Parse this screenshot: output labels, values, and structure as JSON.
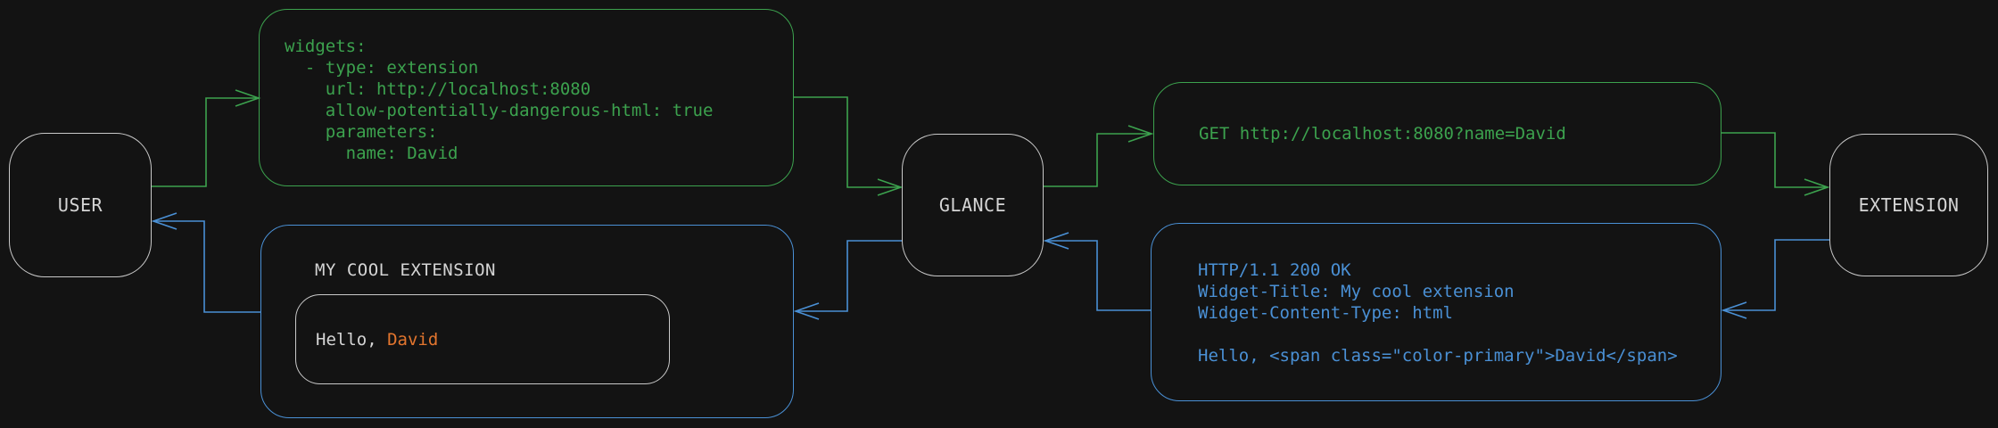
{
  "colors": {
    "background": "#131313",
    "green": "#3CA24E",
    "blue": "#4A90D5",
    "gray_border": "#C9C9C9",
    "text_light": "#D5D5D5",
    "orange": "#E2752E"
  },
  "nodes": {
    "user": {
      "label": "USER"
    },
    "glance": {
      "label": "GLANCE"
    },
    "extension": {
      "label": "EXTENSION"
    }
  },
  "config_box": {
    "lines": [
      "widgets:",
      "  - type: extension",
      "    url: http://localhost:8080",
      "    allow-potentially-dangerous-html: true",
      "    parameters:",
      "      name: David"
    ]
  },
  "request_box": {
    "line": "GET http://localhost:8080?name=David"
  },
  "response_box": {
    "lines": [
      "HTTP/1.1 200 OK",
      "Widget-Title: My cool extension",
      "Widget-Content-Type: html",
      "",
      "Hello, <span class=\"color-primary\">David</span>"
    ]
  },
  "widget_box": {
    "title": "MY COOL EXTENSION",
    "greeting_prefix": "Hello, ",
    "greeting_name": "David"
  }
}
